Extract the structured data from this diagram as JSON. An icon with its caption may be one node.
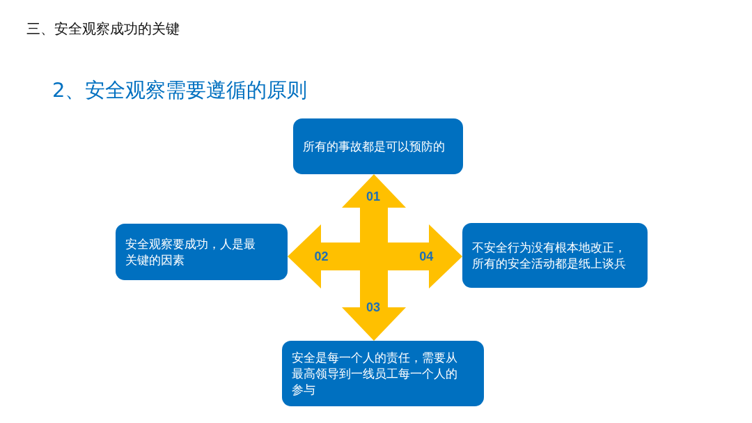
{
  "diagram": {
    "title": "2、安全观察需要遵循的原则",
    "nodes": [
      {
        "text": [
          "所有的事故都是可以预防的"
        ]
      },
      {
        "text": [
          "安全观察要成功，人是最关键的因素"
        ]
      },
      {
        "text": [
          "不安全行为没有根本地改正，所有的安全活动都是纸上谈兵"
        ]
      },
      {
        "text": [
          "安全是每一个人的责任，需要从最高领导到一线员工每一个人的参与"
        ]
      }
    ],
    "edges": [
      {
        "from": null,
        "to": 0,
        "arrow": "to",
        "label": "01"
      },
      {
        "from": null,
        "to": 1,
        "arrow": "to",
        "label": "02"
      },
      {
        "from": null,
        "to": 3,
        "arrow": "to",
        "label": "03"
      },
      {
        "from": null,
        "to": 2,
        "arrow": "to",
        "label": "04"
      }
    ],
    "labels": [
      "三、安全观察成功的关键"
    ]
  }
}
